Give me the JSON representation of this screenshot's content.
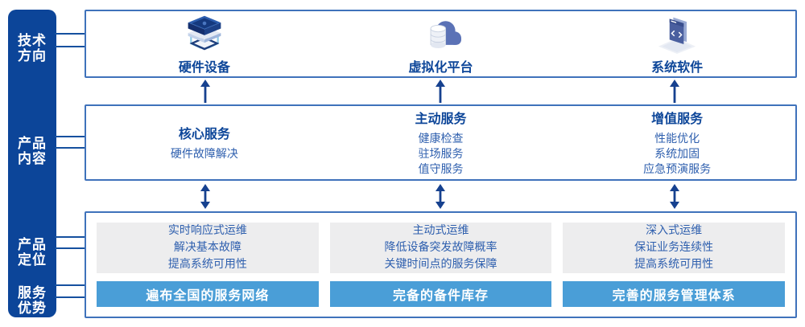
{
  "sidebar": {
    "labels": [
      {
        "line1": "技术",
        "line2": "方向"
      },
      {
        "line1": "产品",
        "line2": "内容"
      },
      {
        "line1": "产品",
        "line2": "定位"
      },
      {
        "line1": "服务",
        "line2": "优势"
      }
    ]
  },
  "tech_row": {
    "items": [
      {
        "icon": "server-stack-icon",
        "label": "硬件设备"
      },
      {
        "icon": "cloud-database-icon",
        "label": "虚拟化平台"
      },
      {
        "icon": "code-window-icon",
        "label": "系统软件"
      }
    ]
  },
  "content_row": {
    "columns": [
      {
        "title": "核心服务",
        "items": [
          "硬件故障解决"
        ]
      },
      {
        "title": "主动服务",
        "items": [
          "健康检查",
          "驻场服务",
          "值守服务"
        ]
      },
      {
        "title": "增值服务",
        "items": [
          "性能优化",
          "系统加固",
          "应急预演服务"
        ]
      }
    ]
  },
  "positioning_row": {
    "columns": [
      {
        "lines": [
          "实时响应式运维",
          "解决基本故障",
          "提高系统可用性"
        ],
        "advantage": "遍布全国的服务网络"
      },
      {
        "lines": [
          "主动式运维",
          "降低设备突发故障概率",
          "关键时间点的服务保障"
        ],
        "advantage": "完备的备件库存"
      },
      {
        "lines": [
          "深入式运维",
          "保证业务连续性",
          "提高系统可用性"
        ],
        "advantage": "完善的服务管理体系"
      }
    ]
  },
  "colors": {
    "sidebar_bg": "#0c4599",
    "box_border": "#3f72bb",
    "title_text": "#0d4699",
    "body_text": "#2e5fae",
    "gray_panel_bg": "#ededee",
    "blue_bar_bg": "#4a9ed7",
    "arrow": "#16418f"
  }
}
